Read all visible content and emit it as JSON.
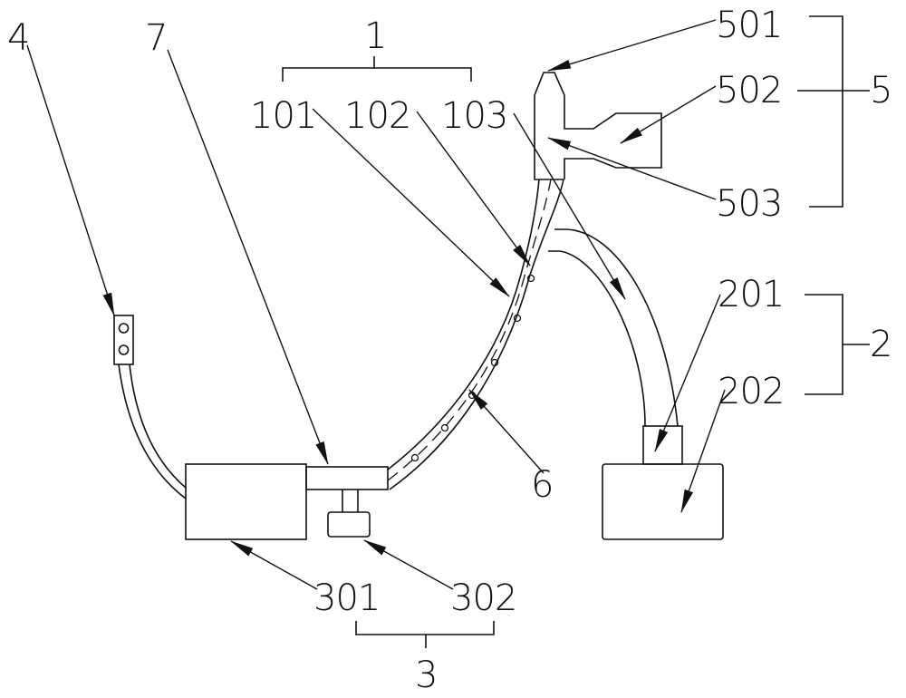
{
  "labels": {
    "l1": "1",
    "l101": "101",
    "l102": "102",
    "l103": "103",
    "l2": "2",
    "l201": "201",
    "l202": "202",
    "l3": "3",
    "l301": "301",
    "l302": "302",
    "l4": "4",
    "l5": "5",
    "l501": "501",
    "l502": "502",
    "l503": "503",
    "l6": "6",
    "l7": "7"
  },
  "colors": {
    "line": "#111111",
    "background": "#ffffff"
  }
}
